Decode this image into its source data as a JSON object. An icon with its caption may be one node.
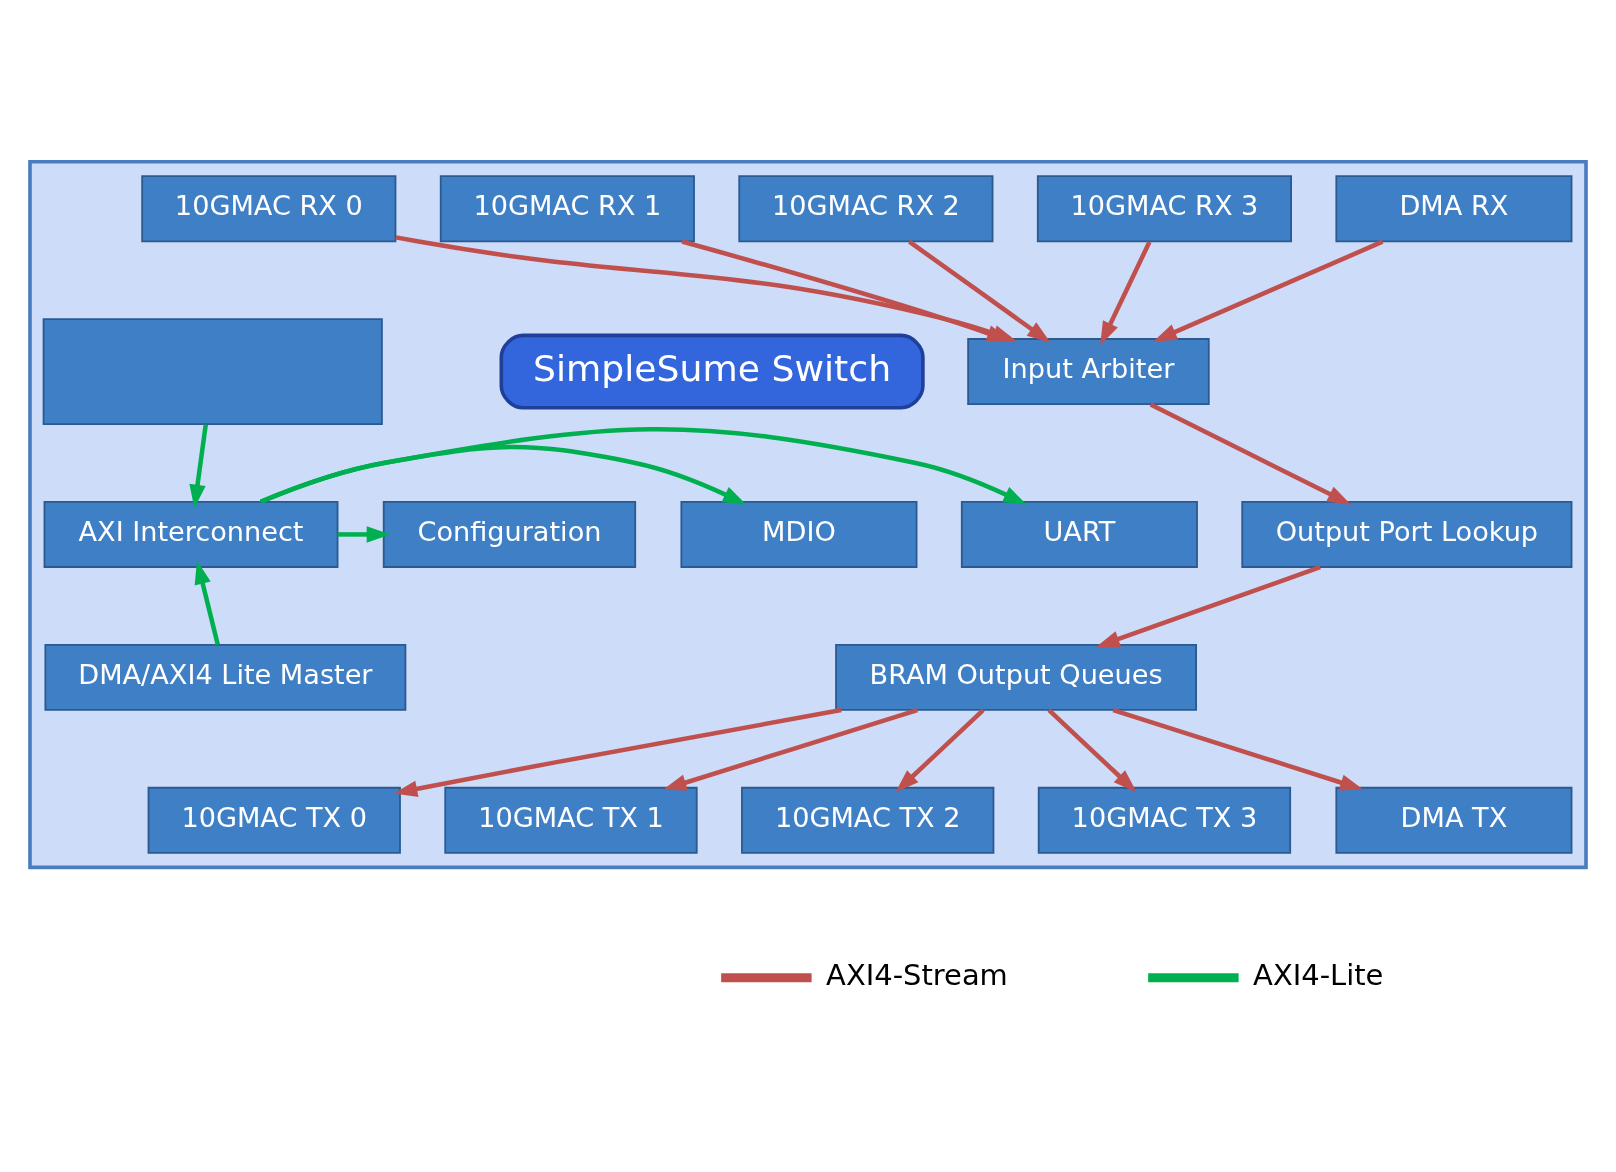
{
  "diagram": {
    "nodes": [
      {
        "text": [],
        "shape": "box"
      },
      {
        "text": [
          "10GMAC RX 0"
        ],
        "in": 0
      },
      {
        "text": [
          "10GMAC RX 1"
        ],
        "in": 0
      },
      {
        "text": [
          "10GMAC RX 2"
        ],
        "in": 0
      },
      {
        "text": [
          "10GMAC RX 3"
        ],
        "in": 0
      },
      {
        "text": [
          "DMA RX"
        ],
        "in": 0
      },
      {
        "text": [
          "SimpleSume Switch"
        ],
        "in": 0
      },
      {
        "text": [
          "Input Arbiter"
        ],
        "in": 0
      },
      {
        "text": [
          "Output Port Lookup"
        ],
        "in": 0
      },
      {
        "text": [
          "BRAM Output Queues"
        ],
        "in": 0
      },
      {
        "text": [],
        "shape": "box",
        "in": 0
      },
      {
        "text": [
          "AXI Interconnect"
        ],
        "in": 0
      },
      {
        "text": [
          "DMA/AXI4 Lite Master"
        ],
        "in": 0
      },
      {
        "text": [
          "UART"
        ],
        "in": 0
      },
      {
        "text": [
          "MDIO"
        ],
        "in": 0
      },
      {
        "text": [
          "Configuration"
        ],
        "in": 0
      },
      {
        "text": [
          "10GMAC TX 0"
        ],
        "in": 0
      },
      {
        "text": [
          "10GMAC TX 1"
        ],
        "in": 0
      },
      {
        "text": [
          "10GMAC TX 2"
        ],
        "in": 0
      },
      {
        "text": [
          "10GMAC TX 3"
        ],
        "in": 0
      },
      {
        "text": [
          "DMA TX"
        ],
        "in": 0
      }
    ],
    "edges": [
      {
        "from": 1,
        "to": 7,
        "arrow": "to"
      },
      {
        "from": 2,
        "to": 7,
        "arrow": "to"
      },
      {
        "from": 3,
        "to": 7,
        "arrow": "to"
      },
      {
        "from": 4,
        "to": 7,
        "arrow": "to"
      },
      {
        "from": 5,
        "to": 7,
        "arrow": "to"
      },
      {
        "from": 7,
        "to": 8,
        "arrow": "to"
      },
      {
        "from": 8,
        "to": 9,
        "arrow": "to"
      },
      {
        "from": 9,
        "to": 16,
        "arrow": "to"
      },
      {
        "from": 9,
        "to": 17,
        "arrow": "to"
      },
      {
        "from": 9,
        "to": 18,
        "arrow": "to"
      },
      {
        "from": 9,
        "to": 19,
        "arrow": "to"
      },
      {
        "from": 9,
        "to": 20,
        "arrow": "to"
      },
      {
        "from": 10,
        "to": 11,
        "arrow": "to",
        "color": "#00b050"
      },
      {
        "from": 12,
        "to": 11,
        "arrow": "to",
        "color": "#00b050"
      },
      {
        "from": 11,
        "to": 13,
        "arrow": "to",
        "color": "#00b050"
      },
      {
        "from": 11,
        "to": 14,
        "arrow": "to",
        "color": "#00b050"
      },
      {
        "from": 11,
        "to": 15,
        "arrow": "to",
        "color": "#00b050"
      }
    ],
    "legend": [
      {
        "text": "AXI4-Stream"
      },
      {
        "text": "AXI4-Lite"
      }
    ]
  }
}
